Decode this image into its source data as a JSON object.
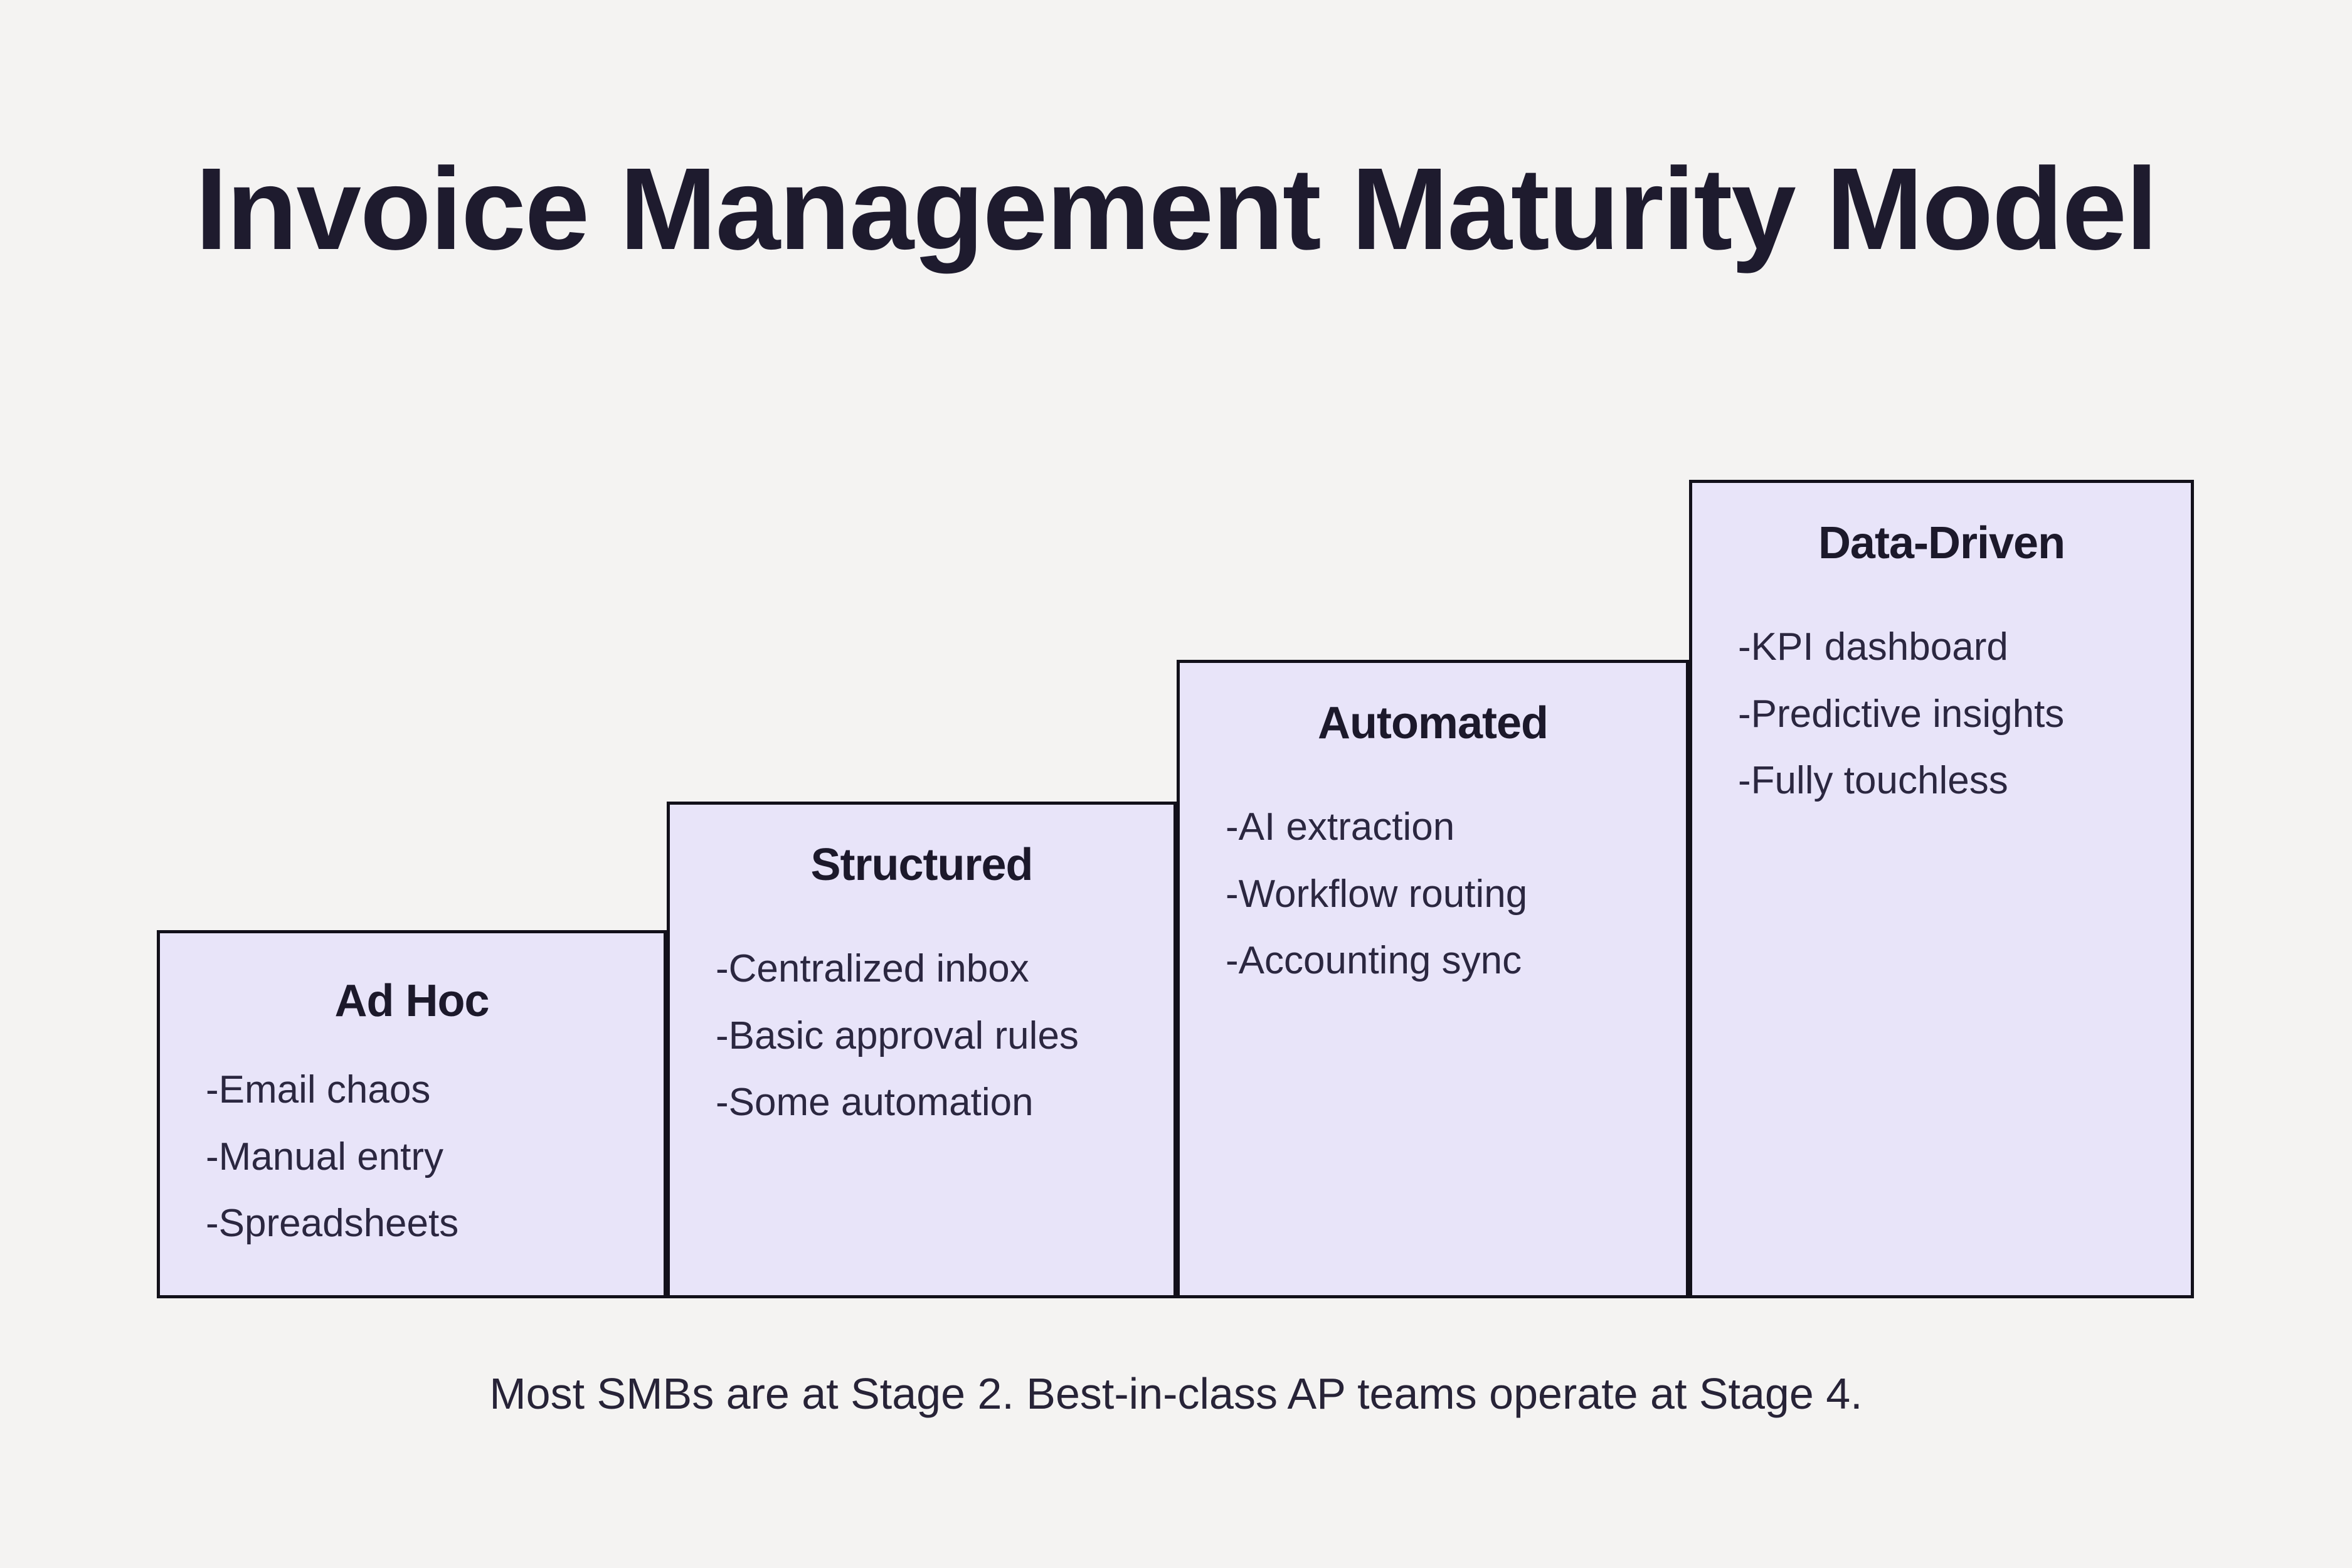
{
  "title": "Invoice Management Maturity Model",
  "footer": "Most SMBs are at Stage 2. Best-in-class AP teams operate at Stage 4.",
  "colors": {
    "background": "#f4f3f2",
    "box_fill": "#e8e4f9",
    "box_border": "#12101a",
    "title_text": "#1e1b2e",
    "item_text": "#2b2740"
  },
  "stages": [
    {
      "name": "Ad Hoc",
      "items": [
        "-Email chaos",
        "-Manual entry",
        "-Spreadsheets"
      ]
    },
    {
      "name": "Structured",
      "items": [
        "-Centralized inbox",
        "-Basic approval rules",
        "-Some automation"
      ]
    },
    {
      "name": "Automated",
      "items": [
        "-AI extraction",
        "-Workflow routing",
        "-Accounting sync"
      ]
    },
    {
      "name": "Data-Driven",
      "items": [
        "-KPI dashboard",
        "-Predictive insights",
        "-Fully touchless"
      ]
    }
  ]
}
